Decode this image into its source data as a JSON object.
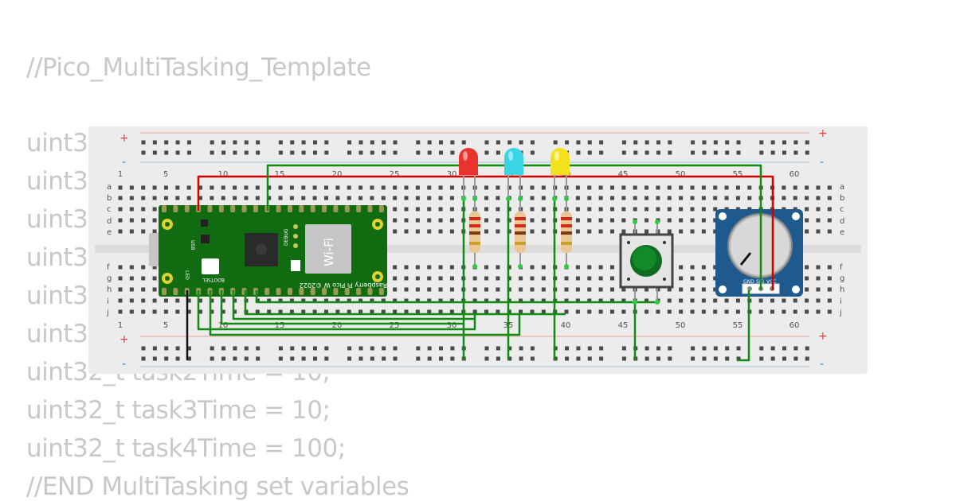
{
  "code": {
    "lines": [
      "//Pico_MultiTasking_Template",
      "",
      "uint3",
      "uint3",
      "uint3",
      "uint3",
      "uint3",
      "uint3",
      "uint32_t task2Time = 10;",
      "uint32_t task3Time = 10;",
      "uint32_t task4Time = 100;",
      "//END MultiTasking set variables"
    ]
  },
  "breadboard": {
    "row_letters_top": [
      "a",
      "b",
      "c",
      "d",
      "e"
    ],
    "row_letters_bottom": [
      "f",
      "g",
      "h",
      "i",
      "j"
    ],
    "column_numbers": [
      "1",
      "5",
      "10",
      "15",
      "20",
      "25",
      "30",
      "35",
      "40",
      "45",
      "50",
      "55",
      "60"
    ],
    "rail_plus": "+",
    "rail_minus": "-"
  },
  "pico": {
    "board_label": "Raspberry Pi Pico W ©2022",
    "wifi_label": "Wi-Fi",
    "debug_label": "DEBUG",
    "bootsel_label": "BOOTSEL",
    "usb_label": "USB",
    "led_label": "LED"
  },
  "leds": [
    {
      "color": "#e8342c"
    },
    {
      "color": "#39d5e6"
    },
    {
      "color": "#f2e21d"
    }
  ],
  "potentiometer": {
    "pin_labels": [
      "GND",
      "SIG",
      "VCC"
    ]
  },
  "colors": {
    "wire_red": "#d40000",
    "wire_green": "#118c11",
    "wire_black": "#111111",
    "pcb_green": "#116b11",
    "pot_blue": "#1f5a8f",
    "code_gray": "#c8c8c8"
  }
}
